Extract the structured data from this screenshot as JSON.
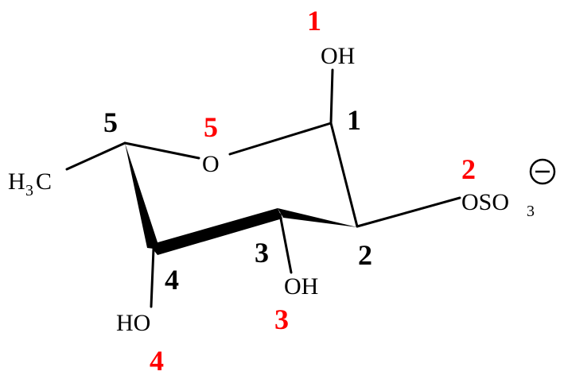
{
  "structure": {
    "atoms": {
      "ring_oxygen": "O",
      "oh_c1": "OH",
      "oh_c3": "OH",
      "oh_c4": "HO",
      "methyl_h": "H",
      "methyl_sub": "3",
      "methyl_c": "C",
      "sulfate_main": "OSO",
      "sulfate_sub": "3",
      "charge_symbol": "−"
    },
    "carbon_numbers": [
      "1",
      "2",
      "3",
      "4",
      "5"
    ],
    "oxygen_numbers": [
      "1",
      "2",
      "3",
      "4",
      "5"
    ]
  },
  "colors": {
    "ink": "#000000",
    "oxygen_number_red": "#ff0000",
    "background": "#ffffff"
  }
}
